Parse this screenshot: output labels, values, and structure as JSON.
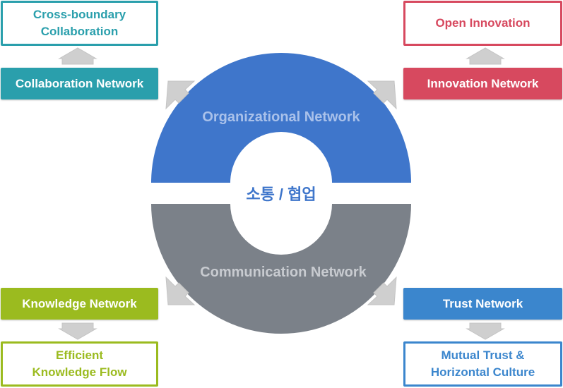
{
  "center_label": "소통 / 협업",
  "ring": {
    "top_label": "Organizational Network",
    "bottom_label": "Communication Network"
  },
  "quadrants": {
    "top_left": {
      "network": "Collaboration Network",
      "outcome_lines": [
        "Cross-boundary",
        "Collaboration"
      ]
    },
    "top_right": {
      "network": "Innovation Network",
      "outcome_lines": [
        "Open Innovation"
      ]
    },
    "bottom_left": {
      "network": "Knowledge Network",
      "outcome_lines": [
        "Efficient",
        "Knowledge Flow"
      ]
    },
    "bottom_right": {
      "network": "Trust Network",
      "outcome_lines": [
        "Mutual Trust &",
        "Horizontal Culture"
      ]
    }
  },
  "colors": {
    "teal": "#2a9fac",
    "red": "#d7495f",
    "lime": "#9bbb1f",
    "blue": "#3b86cd",
    "ring_top": "#3f76cb",
    "ring_bottom": "#7b8189",
    "arrow": "#cfcfcf"
  }
}
